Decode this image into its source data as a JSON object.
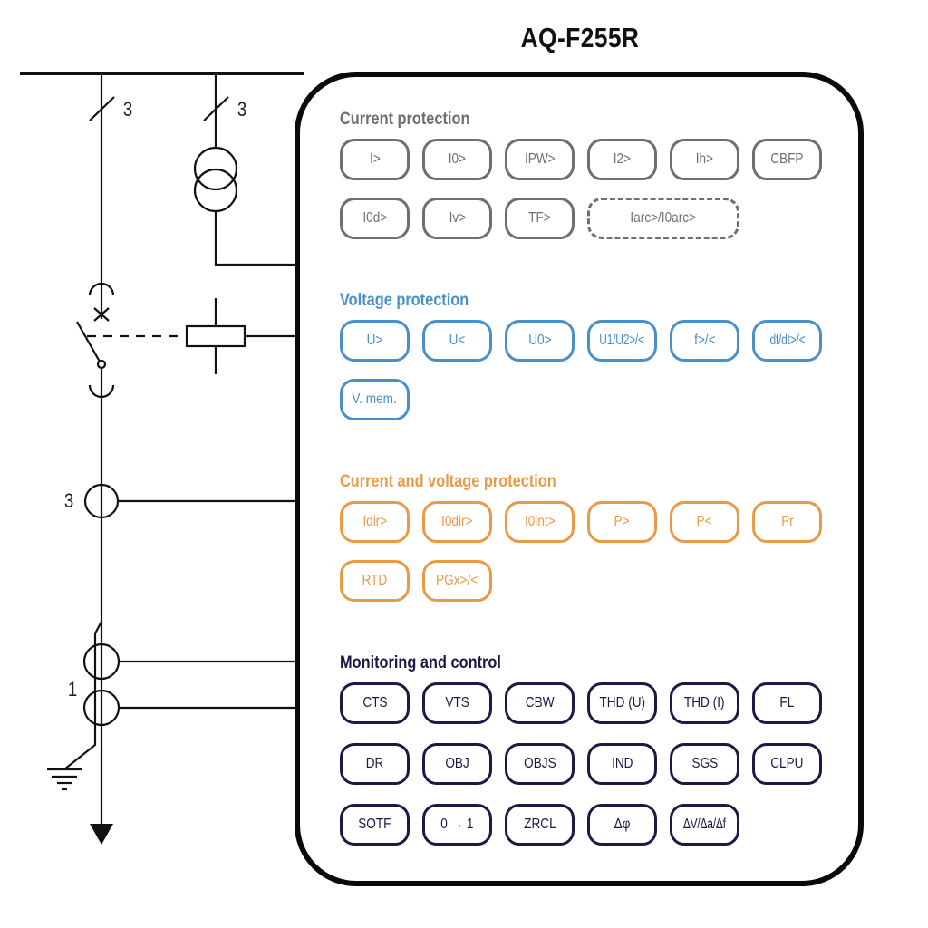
{
  "title": "AQ-F255R",
  "diagram": {
    "labels": {
      "feeder_phases": "3",
      "vt_phases": "3",
      "ct_phases": "3",
      "core_balance_ct": "1"
    },
    "symbols": [
      "busbar",
      "current-transformer",
      "voltage-transformer",
      "circuit-breaker",
      "trip-coil",
      "earth",
      "load-arrow"
    ]
  },
  "groups": [
    {
      "title": "Current protection",
      "color": "#6f6f6f",
      "functions": [
        "I>",
        "I0>",
        "IPW>",
        "I2>",
        "Ih>",
        "CBFP",
        "I0d>",
        "Iv>",
        "TF>",
        "Iarc>/I0arc>"
      ],
      "optional": [
        "Iarc>/I0arc>"
      ]
    },
    {
      "title": "Voltage protection",
      "color": "#4a90c8",
      "functions": [
        "U>",
        "U<",
        "U0>",
        "U1/U2>/<",
        "f>/<",
        "df/dt>/<",
        "V. mem."
      ]
    },
    {
      "title": "Current and voltage protection",
      "color": "#e89a46",
      "functions": [
        "Idir>",
        "I0dir>",
        "I0int>",
        "P>",
        "P<",
        "Pr",
        "RTD",
        "PGx>/<"
      ]
    },
    {
      "title": "Monitoring and control",
      "color": "#1c1a45",
      "functions": [
        "CTS",
        "VTS",
        "CBW",
        "THD (U)",
        "THD (I)",
        "FL",
        "DR",
        "OBJ",
        "OBJS",
        "IND",
        "SGS",
        "CLPU",
        "SOTF",
        "0 → 1",
        "ZRCL",
        "Δφ",
        "ΔV/Δa/Δf"
      ]
    }
  ]
}
